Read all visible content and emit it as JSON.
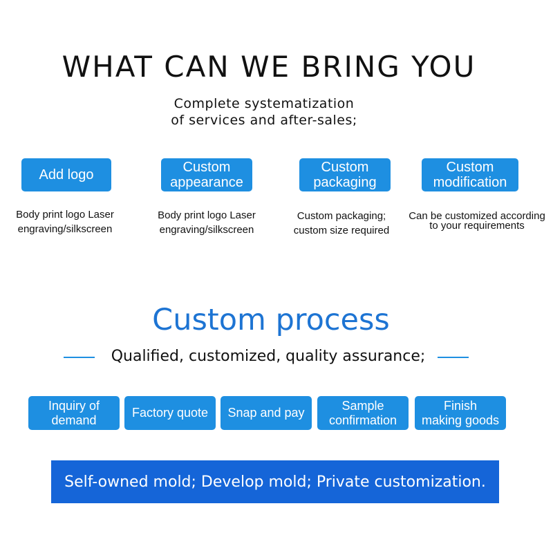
{
  "header": {
    "title": "WHAT CAN WE BRING YOU",
    "subtitle_line1": "Complete systematization",
    "subtitle_line2": "of services and after-sales;"
  },
  "services": [
    {
      "label": "Add logo",
      "desc_line1": "Body print logo Laser",
      "desc_line2": "engraving/silkscreen"
    },
    {
      "label_line1": "Custom",
      "label_line2": "appearance",
      "desc_line1": "Body print logo Laser",
      "desc_line2": "engraving/silkscreen"
    },
    {
      "label_line1": "Custom",
      "label_line2": "packaging",
      "desc_line1": "Custom packaging;",
      "desc_line2": "custom size required"
    },
    {
      "label_line1": "Custom",
      "label_line2": "modification",
      "desc_line1": "Can be customized according",
      "desc_line2": "to your requirements"
    }
  ],
  "process": {
    "title": "Custom process",
    "subtitle": "Qualified, customized, quality assurance;",
    "steps": [
      {
        "line1": "Inquiry of",
        "line2": "demand"
      },
      {
        "line1": "Factory quote",
        "line2": ""
      },
      {
        "line1": "Snap and pay",
        "line2": ""
      },
      {
        "line1": "Sample",
        "line2": "confirmation"
      },
      {
        "line1": "Finish",
        "line2": "making goods"
      }
    ]
  },
  "footer": {
    "text": "Self-owned mold; Develop mold; Private customization."
  },
  "colors": {
    "badge": "#1e8fe1",
    "process_title": "#1d74d3",
    "footer_bar": "#1565d8"
  }
}
